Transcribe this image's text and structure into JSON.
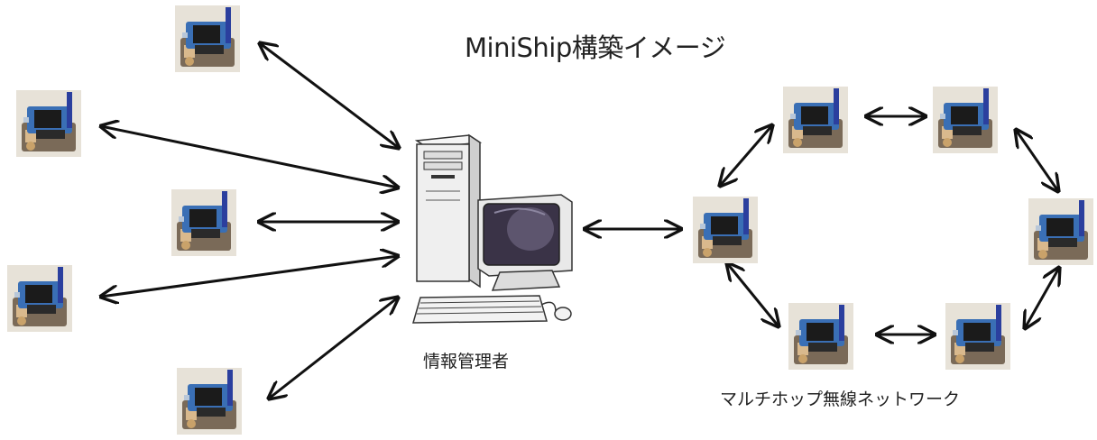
{
  "title": "MiniShip構築イメージ",
  "admin_label": "情報管理者",
  "mesh_label": "マルチホップ無線ネットワーク",
  "colors": {
    "board_blue": "#3a6fb5",
    "chip": "#1b1b1b",
    "antenna": "#2b3f9e",
    "arrow": "#111111",
    "pc_body": "#ececec",
    "screen": "#3a3347"
  }
}
